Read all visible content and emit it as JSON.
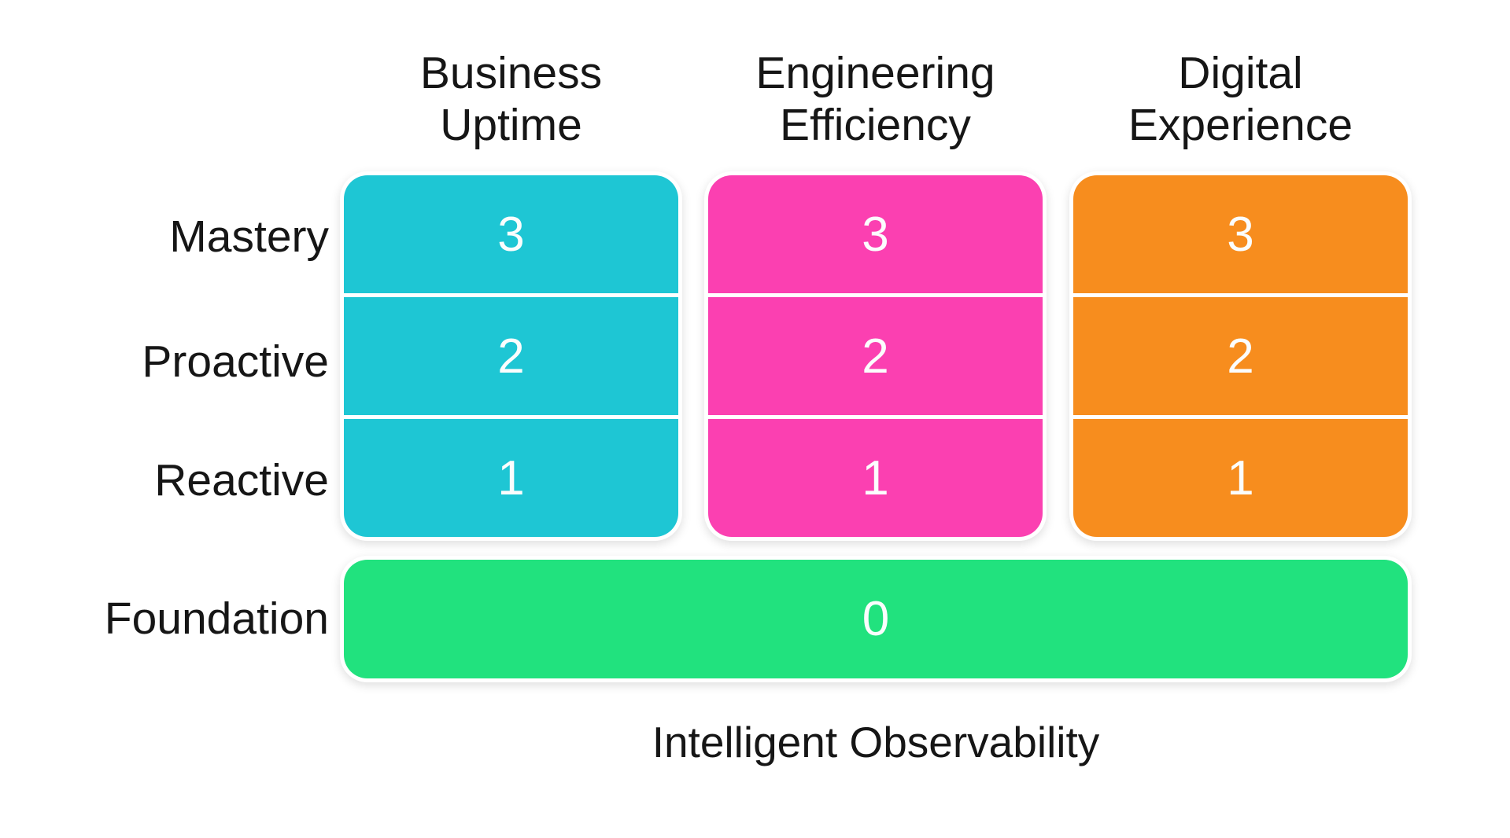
{
  "title": "Intelligent Observability",
  "colors": {
    "business_uptime": "#1ec6d4",
    "engineering_efficiency": "#fb40b1",
    "digital_experience": "#f78d1e",
    "foundation": "#21e27e",
    "label_text": "#161616",
    "cell_value_text": "#fbfdfd",
    "background": "#ffffff"
  },
  "matrix": {
    "row_labels": [
      "Mastery",
      "Proactive",
      "Reactive",
      "Foundation"
    ],
    "columns": [
      {
        "header": "Business\nUptime",
        "color": "#1ec6d4",
        "values": [
          3,
          2,
          1
        ]
      },
      {
        "header": "Engineering\nEfficiency",
        "color": "#fb40b1",
        "values": [
          3,
          2,
          1
        ]
      },
      {
        "header": "Digital\nExperience",
        "color": "#f78d1e",
        "values": [
          3,
          2,
          1
        ]
      }
    ],
    "foundation": {
      "color": "#21e27e",
      "value": 0
    }
  },
  "chart_data": {
    "type": "table",
    "title": "Intelligent Observability",
    "categories": [
      "Business Uptime",
      "Engineering Efficiency",
      "Digital Experience"
    ],
    "rows": [
      "Mastery",
      "Proactive",
      "Reactive",
      "Foundation"
    ],
    "series": [
      {
        "name": "Business Uptime",
        "values": [
          3,
          2,
          1,
          0
        ]
      },
      {
        "name": "Engineering Efficiency",
        "values": [
          3,
          2,
          1,
          0
        ]
      },
      {
        "name": "Digital Experience",
        "values": [
          3,
          2,
          1,
          0
        ]
      }
    ],
    "notes": "Foundation level 0 spans all three columns as a single shared band"
  }
}
